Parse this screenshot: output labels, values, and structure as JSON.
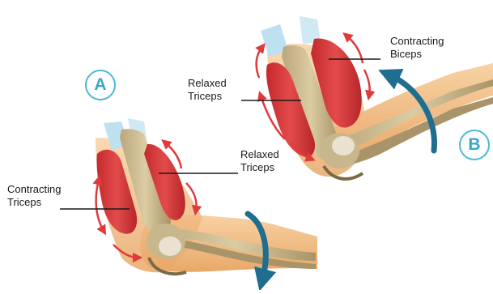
{
  "panels": {
    "a": {
      "badge": "A",
      "left_label": [
        "Contracting",
        "Triceps"
      ],
      "right_label": [
        "Relaxed",
        "Triceps"
      ]
    },
    "b": {
      "badge": "B",
      "top_label": [
        "Contracting",
        "Biceps"
      ],
      "left_label": [
        "Relaxed",
        "Triceps"
      ]
    }
  },
  "colors": {
    "muscle": "#d9393b",
    "bone": "#cdbd94",
    "skin": "#f3c38f",
    "tendon": "#bde1f0",
    "rotation_arrow": "#1f6d8f",
    "motion_arrows": "#e03a3a",
    "badge_ring": "#4db8d8"
  }
}
